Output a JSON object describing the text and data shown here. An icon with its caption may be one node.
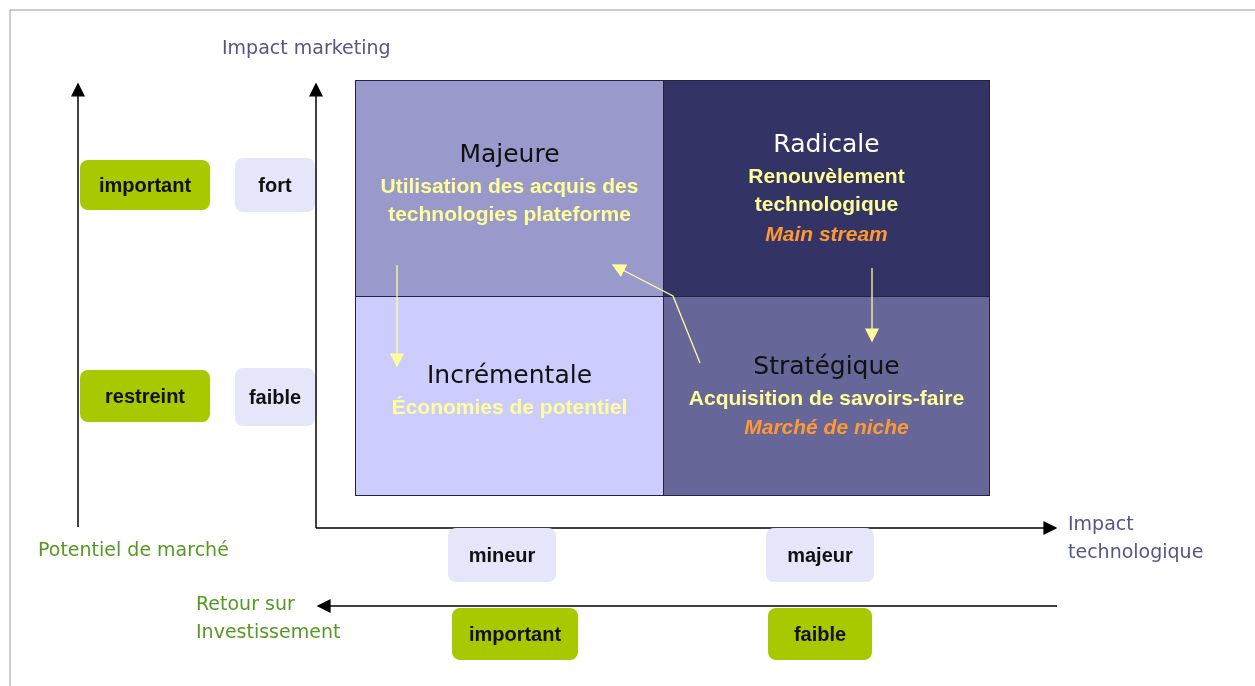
{
  "diagram": {
    "nodes": [
      {
        "text": [
          "Majeure",
          "Utilisation des acquis des technologies plateforme"
        ]
      },
      {
        "text": [
          "Radicale",
          "Renouvèlement technologique",
          "Main stream"
        ]
      },
      {
        "text": [
          "Incrémentale",
          "Économies de potentiel"
        ]
      },
      {
        "text": [
          "Stratégique",
          "Acquisition de savoirs-faire",
          "Marché de niche"
        ]
      },
      {
        "text": [
          "important"
        ]
      },
      {
        "text": [
          "fort"
        ]
      },
      {
        "text": [
          "restreint"
        ]
      },
      {
        "text": [
          "faible"
        ]
      },
      {
        "text": [
          "mineur"
        ]
      },
      {
        "text": [
          "majeur"
        ]
      },
      {
        "text": [
          "important"
        ]
      },
      {
        "text": [
          "faible"
        ]
      }
    ],
    "edges": [
      {
        "from": 0,
        "to": 2,
        "arrow": "to"
      },
      {
        "from": 1,
        "to": 3,
        "arrow": "to"
      },
      {
        "from": 3,
        "to": 0,
        "arrow": "to"
      }
    ],
    "labels": [
      "Impact marketing",
      "Potentiel de marché",
      "Impact technologique",
      "Retour sur Investissement"
    ]
  }
}
